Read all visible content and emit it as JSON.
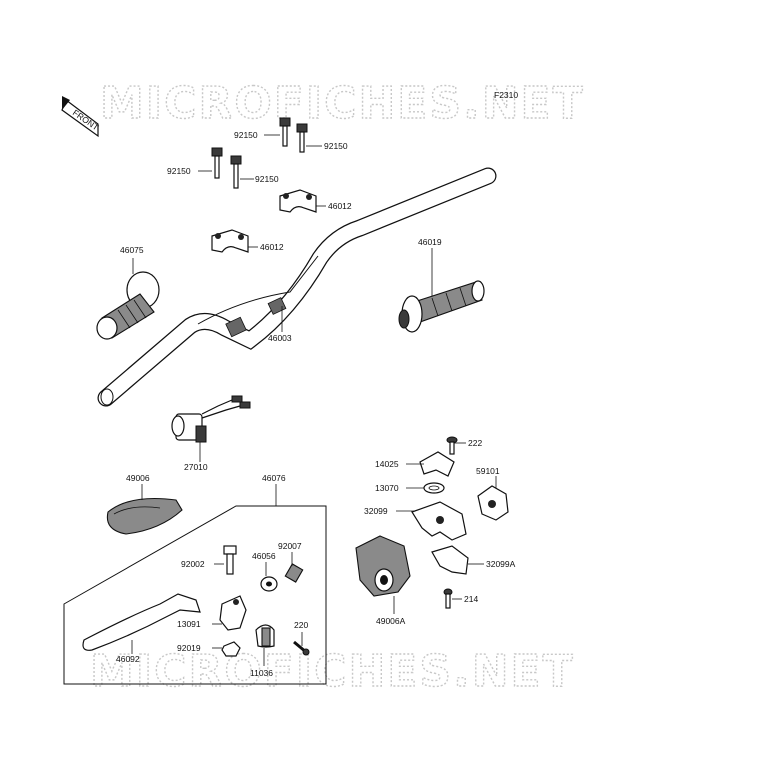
{
  "watermark": {
    "text": "MICROFICHES.NET"
  },
  "figure_code": "F2310",
  "front_marker": {
    "label": "FRONT"
  },
  "part_labels": {
    "p92150_a": "92150",
    "p92150_b": "92150",
    "p92150_c": "92150",
    "p92150_d": "92150",
    "p46012_a": "46012",
    "p46012_b": "46012",
    "p46075": "46075",
    "p46019": "46019",
    "p46003": "46003",
    "p27010": "27010",
    "p222": "222",
    "p14025": "14025",
    "p59101": "59101",
    "p13070": "13070",
    "p32099": "32099",
    "p32099A": "32099A",
    "p49006": "49006",
    "p46076": "46076",
    "p92002": "92002",
    "p46056": "46056",
    "p92007": "92007",
    "p214": "214",
    "p49006A": "49006A",
    "p13091": "13091",
    "p220": "220",
    "p92019": "92019",
    "p11036": "11036",
    "p46092": "46092"
  }
}
